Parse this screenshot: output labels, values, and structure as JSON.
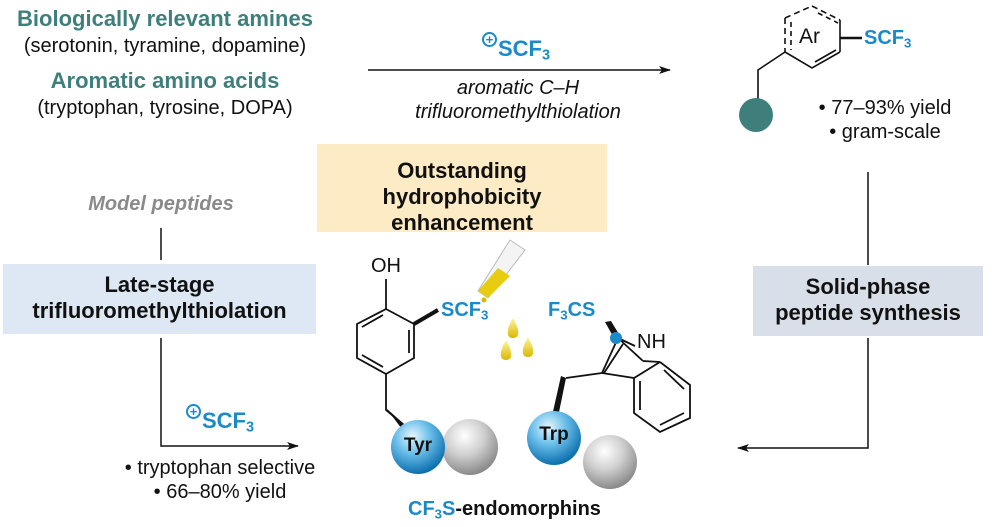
{
  "top_left": {
    "heading1": "Biologically relevant amines",
    "examples1": "(serotonin, tyramine, dopamine)",
    "heading2": "Aromatic amino acids",
    "examples2": "(tryptophan, tyrosine, DOPA)"
  },
  "top_arrow": {
    "reagent_charge": "+",
    "reagent": "SCF",
    "reagent_sub": "3",
    "condition_line1": "aromatic C–H",
    "condition_line2": "trifluoromethylthiolation"
  },
  "top_right": {
    "ring_label": "Ar",
    "substituent": "SCF",
    "substituent_sub": "3",
    "bullets": [
      "• 77–93% yield",
      "• gram-scale"
    ]
  },
  "center_box": {
    "line1": "Outstanding",
    "line2": "hydrophobicity enhancement"
  },
  "left_flow": {
    "model_label": "Model peptides",
    "box_line1": "Late-stage",
    "box_line2": "trifluoromethylthiolation",
    "reagent_charge": "+",
    "reagent": "SCF",
    "reagent_sub": "3",
    "bullets": [
      "• tryptophan selective",
      "• 66–80% yield"
    ]
  },
  "right_flow": {
    "box_line1": "Solid-phase",
    "box_line2": "peptide synthesis"
  },
  "product": {
    "tyr_oh": "OH",
    "tyr_substituent": "SCF",
    "tyr_substituent_sub": "3",
    "trp_substituent_pre": "F",
    "trp_substituent_sub": "3",
    "trp_substituent_post": "CS",
    "trp_nh": "NH",
    "bead_tyr": "Tyr",
    "bead_trp": "Trp",
    "name_prefix": "CF",
    "name_prefix_sub": "3",
    "name_prefix_end": "S",
    "name_suffix": "-endomorphins"
  },
  "colors": {
    "teal": "#3f7f7b",
    "blue": "#1a8ac8",
    "yellow_box": "#fcebc4",
    "blue_box": "#dde8f4",
    "grey_box": "#d9dfe8"
  }
}
